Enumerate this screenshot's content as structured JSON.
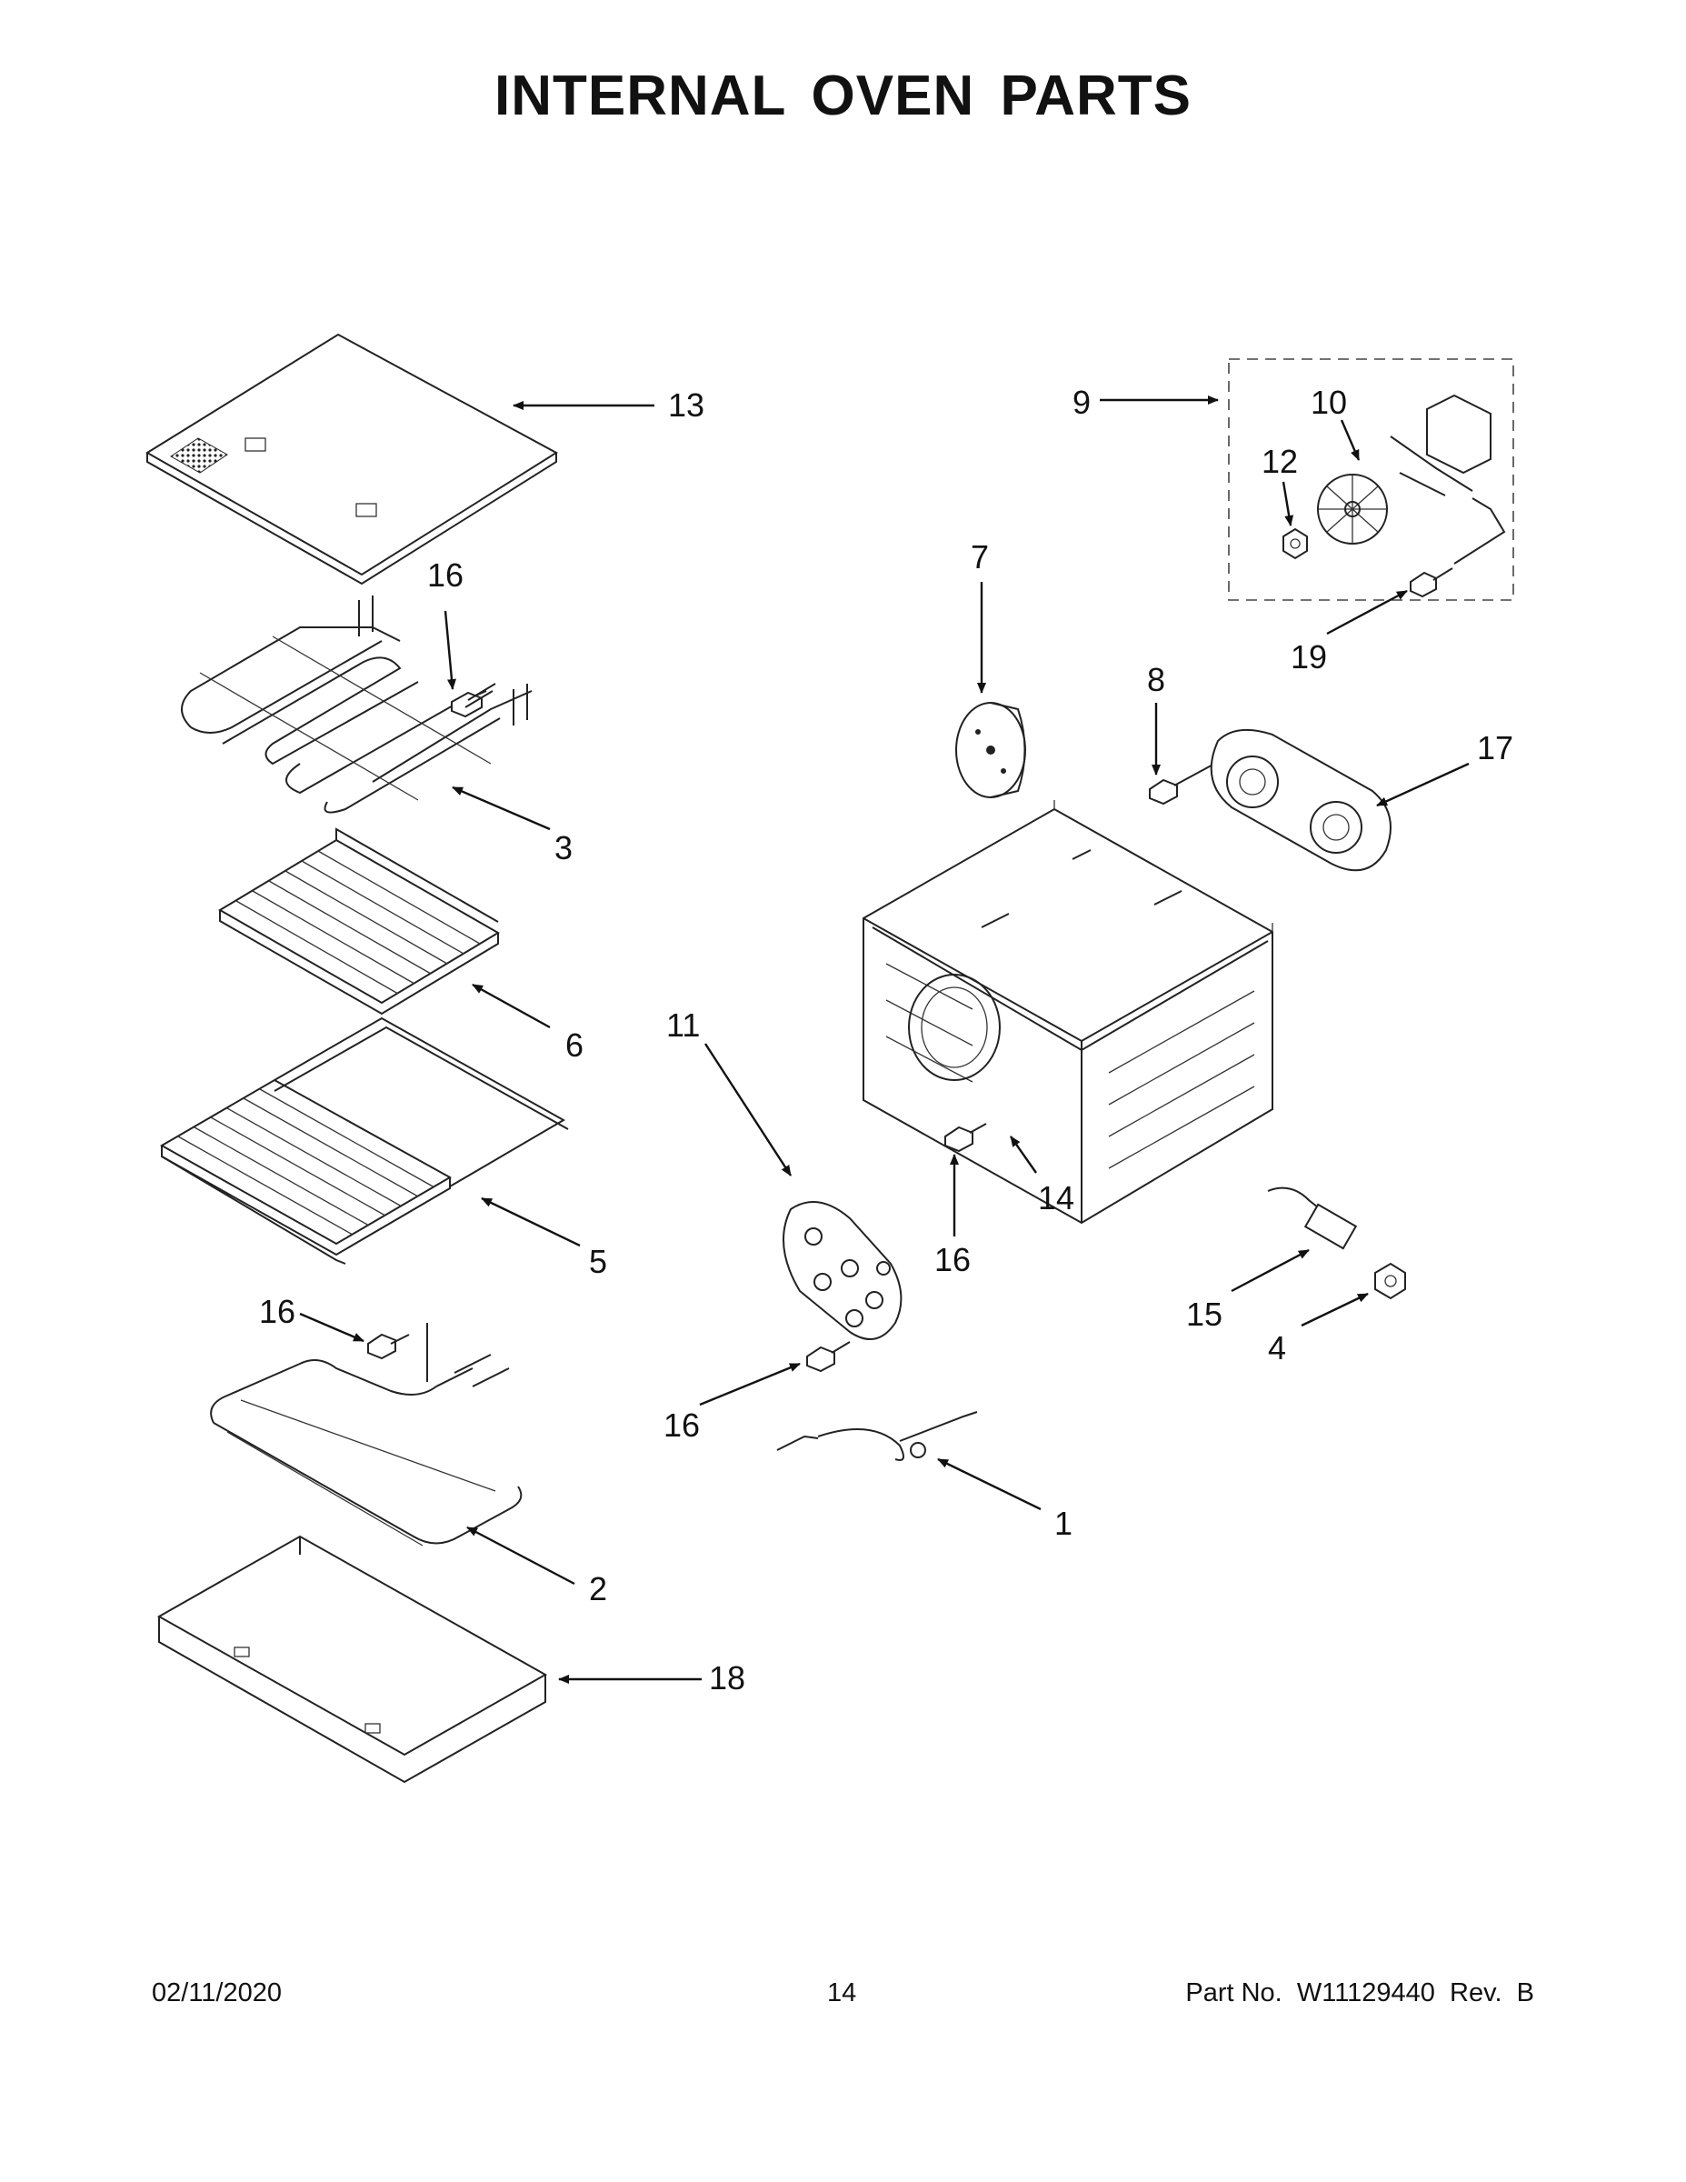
{
  "title": "INTERNAL OVEN PARTS",
  "footer": {
    "date": "02/11/2020",
    "page": "14",
    "part": "Part No.  W11129440  Rev.  B"
  },
  "callouts": {
    "c1": "1",
    "c2": "2",
    "c3": "3",
    "c4": "4",
    "c5": "5",
    "c6": "6",
    "c7": "7",
    "c8": "8",
    "c9": "9",
    "c10": "10",
    "c11": "11",
    "c12": "12",
    "c13": "13",
    "c14": "14",
    "c15": "15",
    "c16": "16",
    "c17": "17",
    "c18": "18",
    "c19": "19"
  }
}
